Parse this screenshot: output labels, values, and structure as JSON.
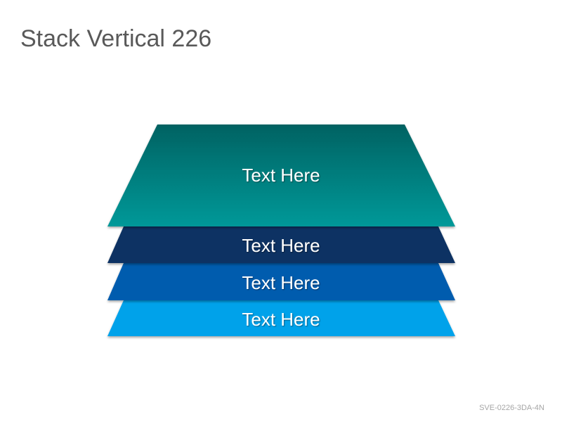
{
  "slide": {
    "title": "Stack Vertical 226",
    "code": "SVE-0226-3DA-4N"
  },
  "layers": [
    {
      "label": "Text Here",
      "color_top": "#006262",
      "color_bottom": "#009999"
    },
    {
      "label": "Text Here",
      "color": "#0b3363"
    },
    {
      "label": "Text Here",
      "color": "#005cae"
    },
    {
      "label": "Text Here",
      "color": "#00a2ea"
    }
  ]
}
